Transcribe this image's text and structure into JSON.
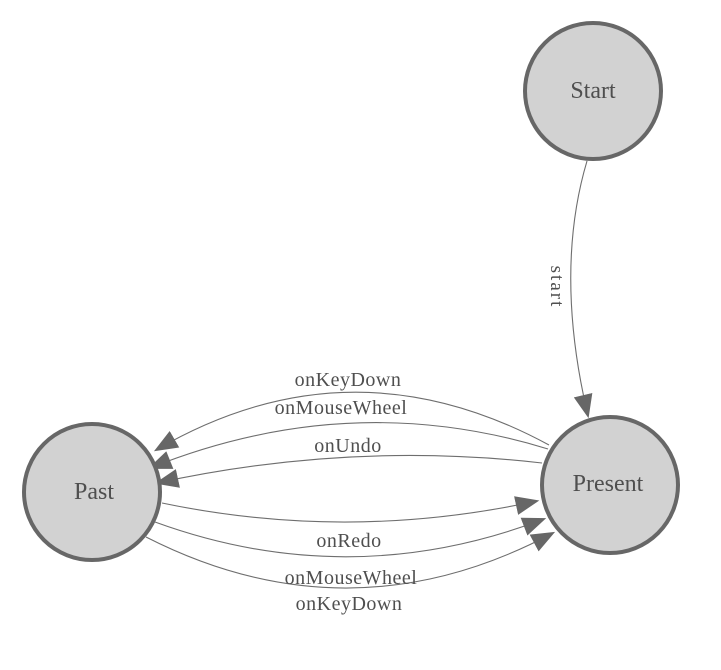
{
  "diagram": {
    "type": "state-machine",
    "nodes": [
      {
        "id": "start",
        "label": "Start"
      },
      {
        "id": "past",
        "label": "Past"
      },
      {
        "id": "present",
        "label": "Present"
      }
    ],
    "edges": [
      {
        "from": "Start",
        "to": "Present",
        "label": "start"
      },
      {
        "from": "Present",
        "to": "Past",
        "label": "onKeyDown"
      },
      {
        "from": "Present",
        "to": "Past",
        "label": "onMouseWheel"
      },
      {
        "from": "Present",
        "to": "Past",
        "label": "onUndo"
      },
      {
        "from": "Past",
        "to": "Present",
        "label": "onRedo"
      },
      {
        "from": "Past",
        "to": "Present",
        "label": "onMouseWheel"
      },
      {
        "from": "Past",
        "to": "Present",
        "label": "onKeyDown"
      }
    ],
    "colors": {
      "background": "#ffffff",
      "node_fill": "#d2d2d2",
      "node_border": "#676767",
      "edge_line": "#6e6e6e",
      "arrowhead": "#676767",
      "label_text": "#4f4f4f"
    }
  }
}
